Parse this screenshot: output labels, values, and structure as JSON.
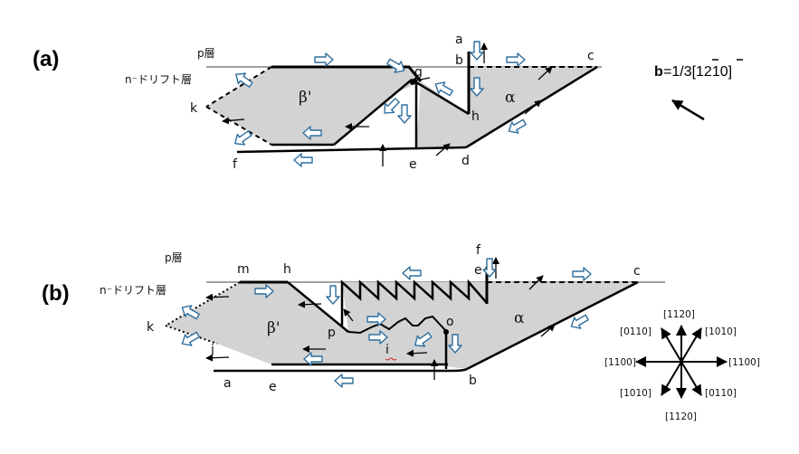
{
  "panel_a": {
    "panel_label": "(a)",
    "layer_p": "p層",
    "layer_n": "n⁻ドリフト層",
    "phase_beta": "β'",
    "phase_alpha": "α",
    "points": {
      "a": "a",
      "b": "b",
      "c": "c",
      "d": "d",
      "e": "e",
      "f": "f",
      "g": "g",
      "h": "h",
      "k": "k"
    },
    "burgers_prefix": "b",
    "burgers_value": "=1/3[1210]"
  },
  "panel_b": {
    "panel_label": "(b)",
    "layer_p": "p層",
    "layer_n": "n⁻ドリフト層",
    "phase_beta": "β'",
    "phase_alpha": "α",
    "points": {
      "a": "a",
      "b": "b",
      "c": "c",
      "e_bottom": "e",
      "e_top": "e",
      "f": "f",
      "h": "h",
      "i": "i",
      "j": "j",
      "k": "k",
      "m": "m",
      "o": "o",
      "p": "p"
    }
  },
  "direction_rose": {
    "labels": [
      "[1120]",
      "[1010]",
      "[1100]",
      "[0110]",
      "[1120]",
      "[1010]",
      "[1100]",
      "[0110]"
    ]
  },
  "colors": {
    "fill": "#d3d3d3",
    "stroke": "#000000",
    "block_arrow": "#2e6e9e"
  }
}
